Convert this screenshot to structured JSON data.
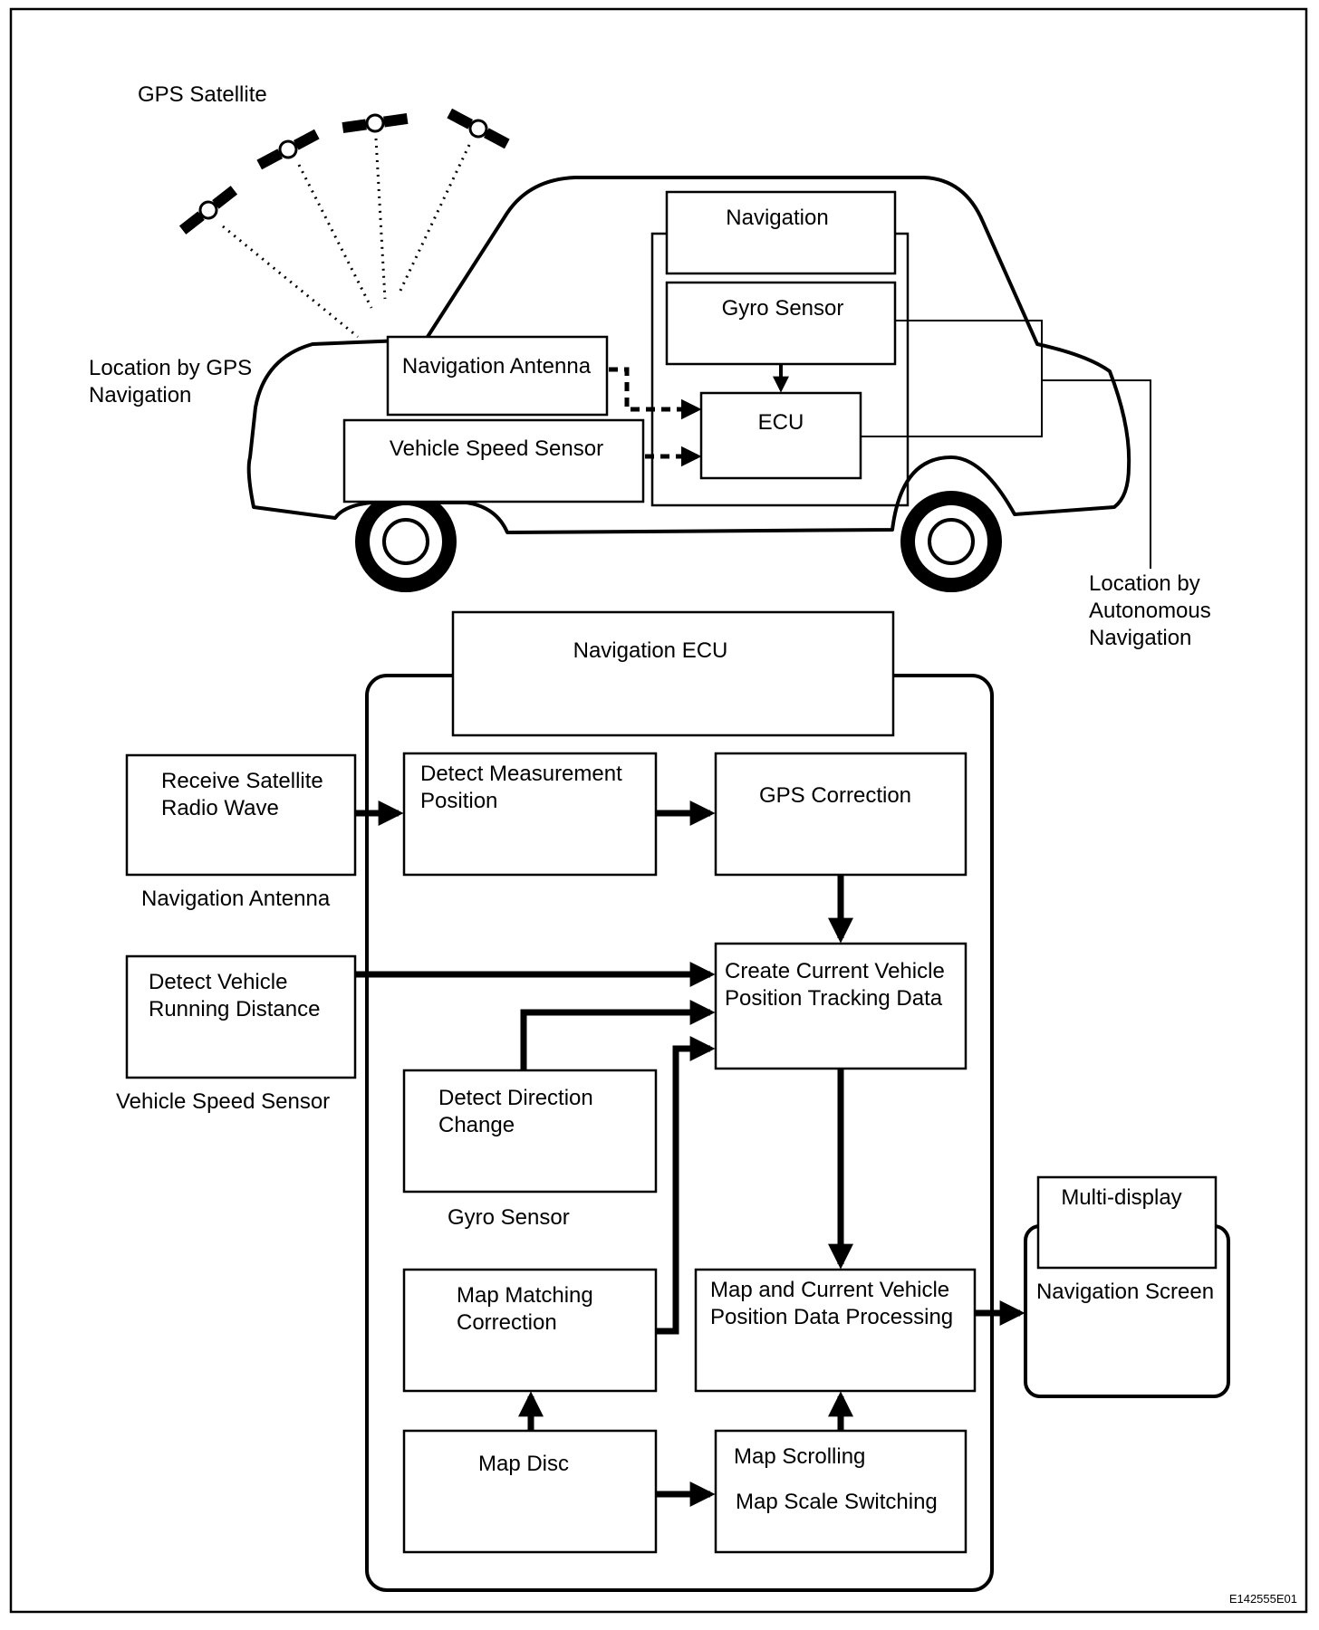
{
  "top": {
    "gps_satellite": "GPS Satellite",
    "location_gps": [
      "Location by GPS",
      "Navigation"
    ],
    "navigation_box": "Navigation",
    "gyro_box": "Gyro Sensor",
    "nav_antenna_box": "Navigation Antenna",
    "ecu_box": "ECU",
    "speed_sensor_box": "Vehicle Speed Sensor",
    "location_autonomous": [
      "Location by",
      "Autonomous",
      "Navigation"
    ]
  },
  "bottom": {
    "nav_ecu": "Navigation ECU",
    "receive": [
      "Receive Satellite",
      "Radio Wave"
    ],
    "receive_caption": "Navigation Antenna",
    "detect_measurement": [
      "Detect Measurement",
      "Position"
    ],
    "gps_correction": "GPS Correction",
    "detect_distance": [
      "Detect Vehicle",
      "Running Distance"
    ],
    "distance_caption": "Vehicle Speed Sensor",
    "create_tracking": [
      "Create Current Vehicle",
      "Position Tracking Data"
    ],
    "detect_direction": [
      "Detect Direction",
      "Change"
    ],
    "direction_caption": "Gyro Sensor",
    "map_matching": [
      "Map Matching",
      "Correction"
    ],
    "map_processing": [
      "Map and Current Vehicle",
      "Position Data Processing"
    ],
    "multi_display": "Multi-display",
    "navigation_screen": "Navigation Screen",
    "map_disc": "Map Disc",
    "map_scrolling": "Map Scrolling",
    "map_scale": "Map Scale Switching"
  },
  "figure_code": "E142555E01"
}
